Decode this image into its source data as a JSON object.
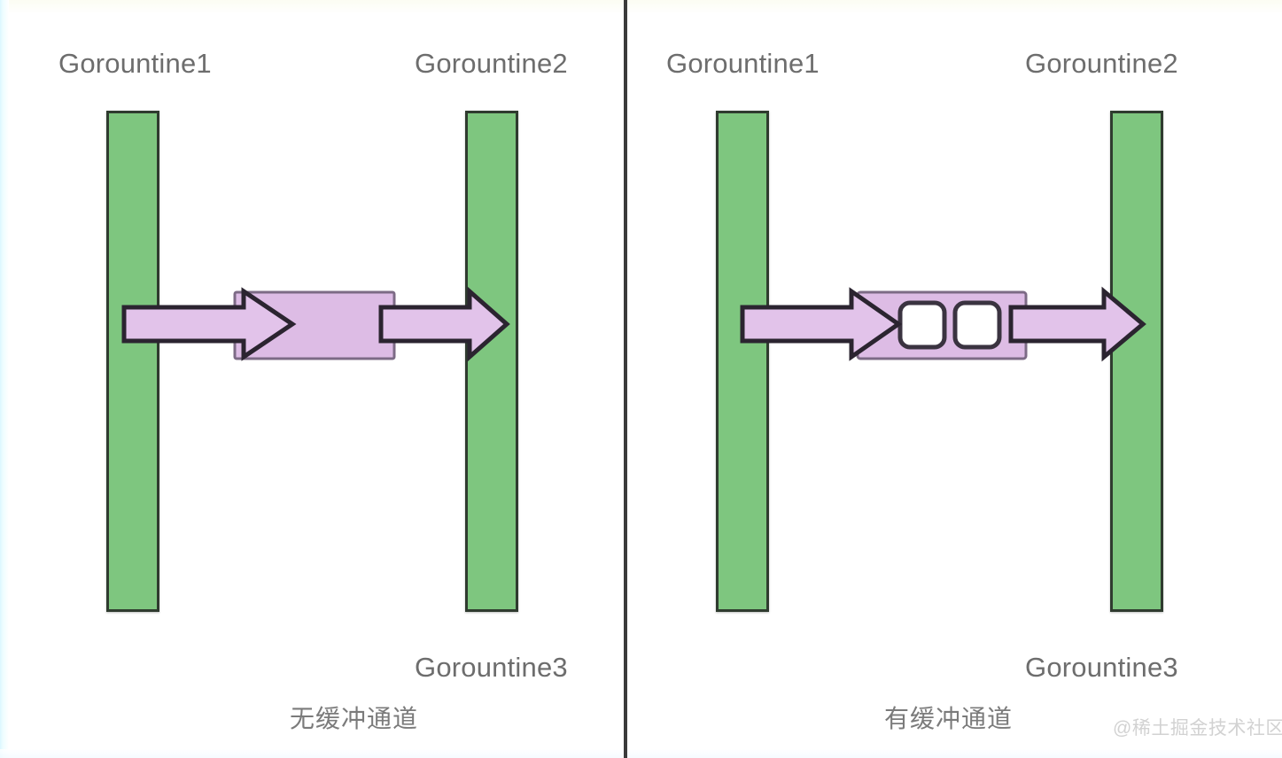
{
  "diagram": {
    "title_left": "无缓冲通道",
    "title_right": "有缓冲通道",
    "watermark": "@稀土掘金技术社区",
    "colors": {
      "goroutine_fill": "#7ec67f",
      "goroutine_stroke": "#2f3b2f",
      "channel_fill": "#ddbce5",
      "channel_stroke": "#7d6b86",
      "arrow_fill": "#e2c3ea",
      "arrow_stroke": "#2b2430",
      "slot_fill": "#ffffff",
      "slot_stroke": "#3a3340",
      "divider": "#3b3b3b",
      "label_text": "#6d6d6d",
      "watermark_text": "#d2d2d2",
      "background": "#ffffff"
    },
    "panels": [
      {
        "id": "unbuffered",
        "caption": "无缓冲通道",
        "channel_kind": "unbuffered",
        "buffer_slots": 0,
        "top_labels": [
          "Gorountine1",
          "Gorountine2"
        ],
        "bottom_labels": [
          "Gorountine3"
        ],
        "arrows": [
          {
            "name": "send-arrow",
            "direction": "right"
          },
          {
            "name": "receive-arrow",
            "direction": "right"
          }
        ]
      },
      {
        "id": "buffered",
        "caption": "有缓冲通道",
        "channel_kind": "buffered",
        "buffer_slots": 2,
        "top_labels": [
          "Gorountine1",
          "Gorountine2"
        ],
        "bottom_labels": [
          "Gorountine3"
        ],
        "arrows": [
          {
            "name": "send-arrow",
            "direction": "right"
          },
          {
            "name": "receive-arrow",
            "direction": "right"
          }
        ]
      }
    ]
  }
}
